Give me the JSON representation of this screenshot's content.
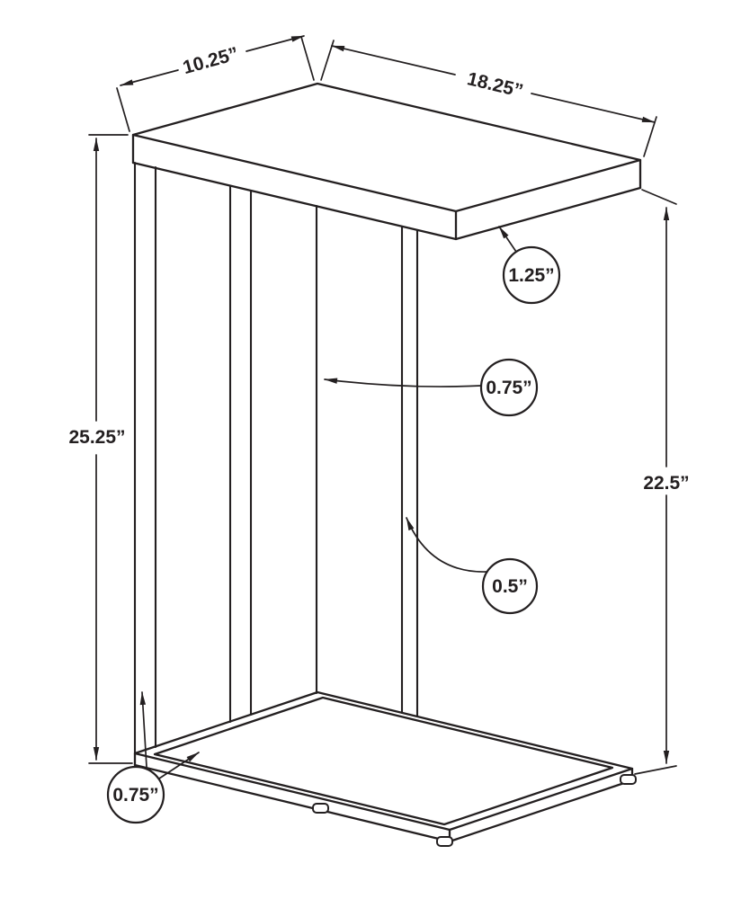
{
  "colors": {
    "line": "#231f20",
    "background": "#ffffff"
  },
  "diagram": {
    "subject": "c-shape accent table dimension drawing"
  },
  "labels": {
    "top_depth": "10.25”",
    "top_length": "18.25”",
    "top_thickness": "1.25”",
    "post_width": "0.75”",
    "overall_height": "25.25”",
    "clearance_height": "22.5”",
    "post_depth": "0.5”",
    "base_thickness": "0.75”"
  }
}
